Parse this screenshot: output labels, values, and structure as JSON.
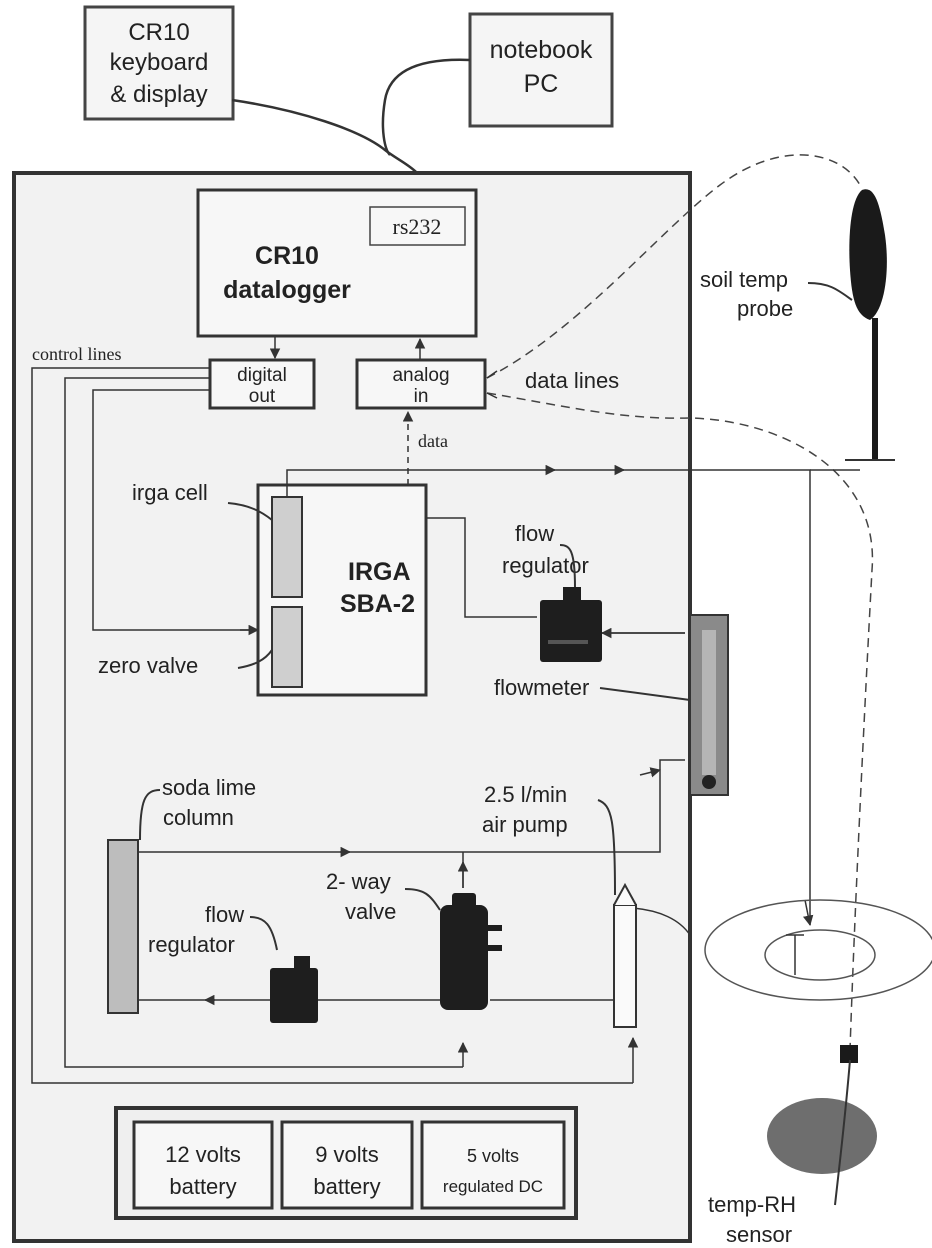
{
  "external": {
    "keyboard": [
      "CR10",
      "keyboard",
      "& display"
    ],
    "notebook": [
      "notebook",
      "PC"
    ]
  },
  "datalogger": {
    "rs232": "rs232",
    "title": [
      "CR10",
      "datalogger"
    ],
    "digital_out": [
      "digital",
      "out"
    ],
    "analog_in": [
      "analog",
      "in"
    ]
  },
  "labels": {
    "control_lines": "control lines",
    "data_lines": "data lines",
    "data": "data",
    "irga_cell": "irga cell",
    "irga": [
      "IRGA",
      "SBA-2"
    ],
    "zero_valve": "zero valve",
    "flow_regulator_top": [
      "flow",
      "regulator"
    ],
    "flowmeter": "flowmeter",
    "pump": [
      "2.5 l/min",
      "air pump"
    ],
    "soda_lime": [
      "soda lime",
      "column"
    ],
    "two_way_valve": [
      "2- way",
      "valve"
    ],
    "flow_regulator_bottom": [
      "flow",
      "regulator"
    ],
    "soil_temp_probe": [
      "soil temp",
      "probe"
    ],
    "temp_rh_sensor": [
      "temp-RH",
      "sensor"
    ]
  },
  "power": [
    {
      "line1": "12 volts",
      "line2": "battery"
    },
    {
      "line1": "9  volts",
      "line2": "battery"
    },
    {
      "line1": "5  volts",
      "line2": "regulated DC"
    }
  ],
  "colors": {
    "line": "#333333",
    "box_fill": "#f4f4f4",
    "device_fill": "#1e1e1e",
    "enclosure_fill": "#f2f2f2"
  }
}
